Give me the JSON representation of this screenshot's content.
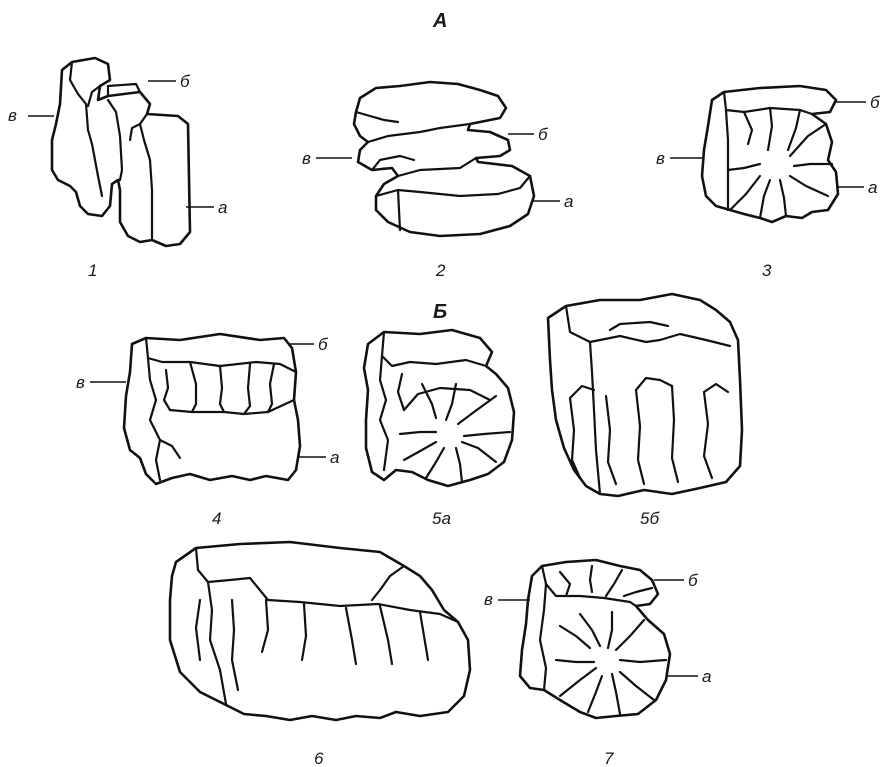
{
  "sections": {
    "A": "А",
    "B": "Б"
  },
  "numbers": {
    "n1": "1",
    "n2": "2",
    "n3": "3",
    "n4": "4",
    "n5a": "5а",
    "n5b": "5б",
    "n6": "6",
    "n7": "7"
  },
  "labels": {
    "a": "а",
    "b": "б",
    "v": "в"
  }
}
